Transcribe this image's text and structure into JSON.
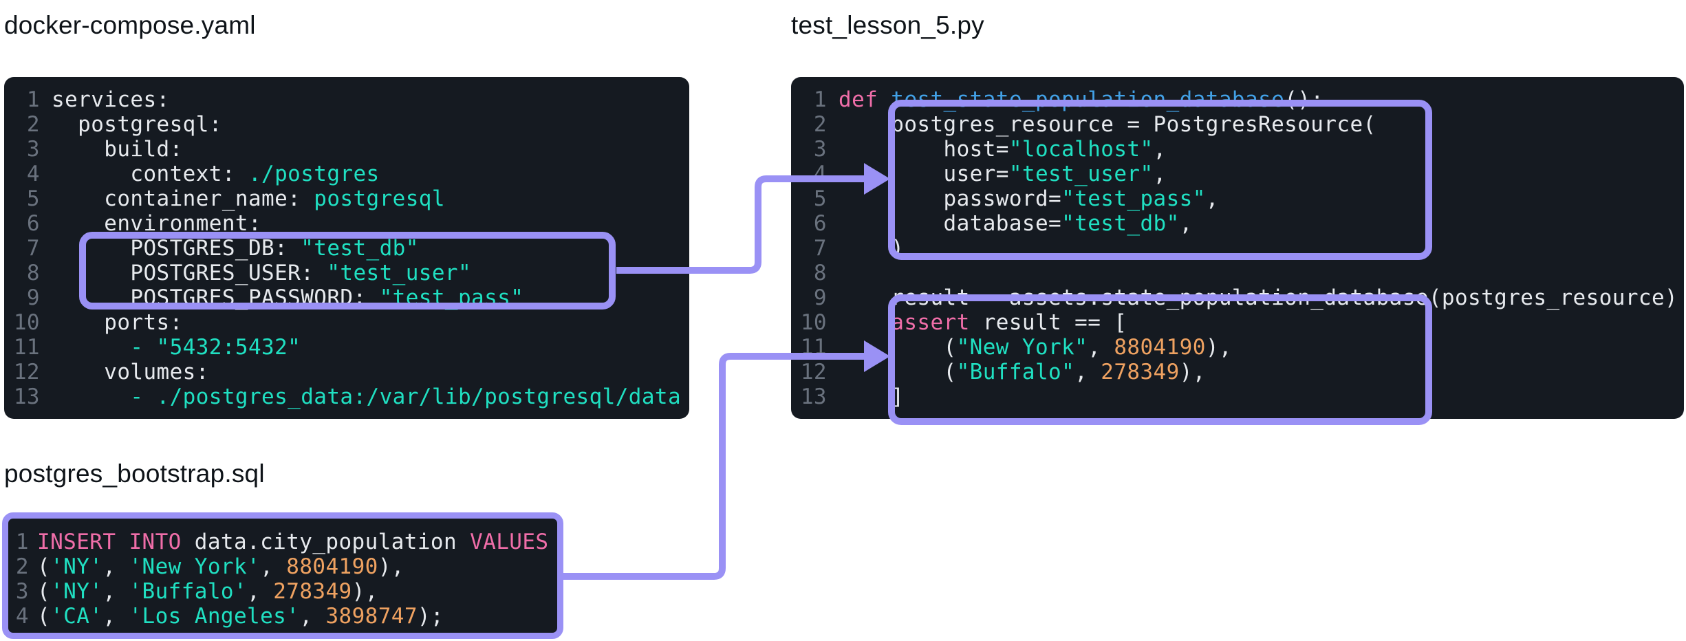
{
  "colors": {
    "bg": "#ffffff",
    "panel": "#151a21",
    "accent": "#9a91f5",
    "code": "#e7eaee",
    "ln": "#6a727e",
    "teal": "#20e0c2",
    "pink": "#f06ea9",
    "blue": "#42a1e6",
    "orange": "#efa261",
    "title": "#0e1318"
  },
  "panels": {
    "docker_compose": {
      "title": "docker-compose.yaml",
      "language": "yaml",
      "lines": [
        [
          [
            "p",
            "services:"
          ]
        ],
        [
          [
            "p",
            "  postgresql:"
          ]
        ],
        [
          [
            "p",
            "    build:"
          ]
        ],
        [
          [
            "p",
            "      context: "
          ],
          [
            "s",
            "./postgres"
          ]
        ],
        [
          [
            "p",
            "    container_name: "
          ],
          [
            "s",
            "postgresql"
          ]
        ],
        [
          [
            "p",
            "    environment:"
          ]
        ],
        [
          [
            "p",
            "      POSTGRES_DB: "
          ],
          [
            "s",
            "\"test_db\""
          ]
        ],
        [
          [
            "p",
            "      POSTGRES_USER: "
          ],
          [
            "s",
            "\"test_user\""
          ]
        ],
        [
          [
            "p",
            "      POSTGRES_PASSWORD: "
          ],
          [
            "s",
            "\"test_pass\""
          ]
        ],
        [
          [
            "p",
            "    ports:"
          ]
        ],
        [
          [
            "p",
            "      "
          ],
          [
            "s",
            "- \"5432:5432\""
          ]
        ],
        [
          [
            "p",
            "    volumes:"
          ]
        ],
        [
          [
            "p",
            "      "
          ],
          [
            "s",
            "- ./postgres_data:/var/lib/postgresql/data"
          ]
        ]
      ]
    },
    "test_lesson": {
      "title": "test_lesson_5.py",
      "language": "python",
      "lines": [
        [
          [
            "k",
            "def "
          ],
          [
            "f",
            "test_state_population_database"
          ],
          [
            "p",
            "():"
          ]
        ],
        [
          [
            "p",
            "    postgres_resource = PostgresResource("
          ]
        ],
        [
          [
            "p",
            "        host="
          ],
          [
            "s",
            "\"localhost\""
          ],
          [
            "p",
            ","
          ]
        ],
        [
          [
            "p",
            "        user="
          ],
          [
            "s",
            "\"test_user\""
          ],
          [
            "p",
            ","
          ]
        ],
        [
          [
            "p",
            "        password="
          ],
          [
            "s",
            "\"test_pass\""
          ],
          [
            "p",
            ","
          ]
        ],
        [
          [
            "p",
            "        database="
          ],
          [
            "s",
            "\"test_db\""
          ],
          [
            "p",
            ","
          ]
        ],
        [
          [
            "p",
            "    )"
          ]
        ],
        [],
        [
          [
            "p",
            "    result = assets.state_population_database(postgres_resource)"
          ]
        ],
        [
          [
            "p",
            "    "
          ],
          [
            "k",
            "assert"
          ],
          [
            "p",
            " result == ["
          ]
        ],
        [
          [
            "p",
            "        ("
          ],
          [
            "s",
            "\"New York\""
          ],
          [
            "p",
            ", "
          ],
          [
            "n",
            "8804190"
          ],
          [
            "p",
            "),"
          ]
        ],
        [
          [
            "p",
            "        ("
          ],
          [
            "s",
            "\"Buffalo\""
          ],
          [
            "p",
            ", "
          ],
          [
            "n",
            "278349"
          ],
          [
            "p",
            "),"
          ]
        ],
        [
          [
            "p",
            "    ]"
          ]
        ]
      ]
    },
    "bootstrap_sql": {
      "title": "postgres_bootstrap.sql",
      "language": "sql",
      "lines": [
        [
          [
            "k",
            "INSERT INTO"
          ],
          [
            "p",
            " data.city_population "
          ],
          [
            "k",
            "VALUES"
          ]
        ],
        [
          [
            "p",
            "("
          ],
          [
            "s",
            "'NY'"
          ],
          [
            "p",
            ", "
          ],
          [
            "s",
            "'New York'"
          ],
          [
            "p",
            ", "
          ],
          [
            "n",
            "8804190"
          ],
          [
            "p",
            "),"
          ]
        ],
        [
          [
            "p",
            "("
          ],
          [
            "s",
            "'NY'"
          ],
          [
            "p",
            ", "
          ],
          [
            "s",
            "'Buffalo'"
          ],
          [
            "p",
            ", "
          ],
          [
            "n",
            "278349"
          ],
          [
            "p",
            "),"
          ]
        ],
        [
          [
            "p",
            "("
          ],
          [
            "s",
            "'CA'"
          ],
          [
            "p",
            ", "
          ],
          [
            "s",
            "'Los Angeles'"
          ],
          [
            "p",
            ", "
          ],
          [
            "n",
            "3898747"
          ],
          [
            "p",
            ");"
          ]
        ]
      ]
    }
  },
  "annotations": {
    "highlight_color": "#9a91f5",
    "highlights": [
      "docker-compose.yaml lines 7-9 (POSTGRES env vars)",
      "test_lesson_5.py lines 1-7 (PostgresResource config)",
      "test_lesson_5.py lines 9-13 (assert result block)",
      "postgres_bootstrap.sql whole file"
    ],
    "arrows": [
      "env vars box → PostgresResource config box",
      "bootstrap sql box → assert result box"
    ]
  }
}
